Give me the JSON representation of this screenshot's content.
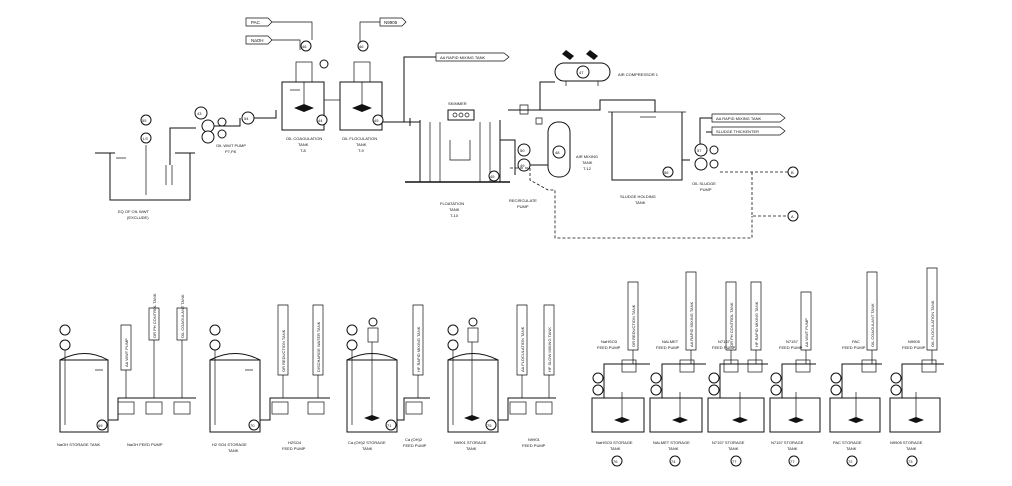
{
  "top": {
    "chem_tags": [
      "PAC",
      "NaOH",
      "N9905"
    ],
    "oil_wwt_pump": {
      "label": "OIL WWT PUMP",
      "sub": "P7,P8"
    },
    "eq_tank": {
      "label": "EQ OF  OIL WWT",
      "sub": "(EXCLUDE)",
      "tag": "55"
    },
    "coag_tank": {
      "label": "OIL COAGULATION",
      "label2": "TANK",
      "sub": "T-8",
      "tag": "44"
    },
    "floc_tank": {
      "label": "OIL FLOCULATION",
      "label2": "TANK",
      "sub": "T-9",
      "tag": "45"
    },
    "flotation_tank": {
      "label": "FLOATATION",
      "label2": "TANK",
      "sub": "T-10",
      "tag": "45"
    },
    "skimmer": "SKIMMER",
    "recirculate_pump": {
      "label": "RECIRCULATE",
      "label2": "PUMP"
    },
    "air_mixing_tank": {
      "label": "AIR MIXING",
      "label2": "TANK",
      "sub": "T-12",
      "tag": "48"
    },
    "air_compressor": {
      "label": "AIR COMPRESSOR 1",
      "tag": "47"
    },
    "sludge_holding": {
      "label": "SLUDGE HOLDING",
      "label2": "TANK",
      "tag": "56"
    },
    "oil_sludge_pump": {
      "label": "OIL SLUDGE",
      "label2": "PUMP",
      "tag": "57"
    },
    "arrows": [
      "AA RAPID MIXING TANK",
      "AA RAPID MIXING TANK",
      "SLUDGE THICKENTER"
    ],
    "offpage": [
      "B",
      "A"
    ],
    "misc_tags": [
      "46",
      "46",
      "43",
      "54",
      "49",
      "50"
    ]
  },
  "bottom": {
    "storages": [
      {
        "tag_name": "NaOH STORAGE TANK",
        "num": "69",
        "pump": "NaOH FEED PUMP",
        "dests": [
          "AA WWT PUMP",
          "OR PH CONTROL TANK",
          "OIL COAGULANT TANK"
        ]
      },
      {
        "tag_name": "H2 SO4 STORAGE",
        "tag_name2": "TANK",
        "num": "70",
        "pump": "H2SO4",
        "pump2": "FEED PUMP",
        "dests": [
          "OR REDUCTION TANK",
          "DISCHARGE WATER TANK"
        ]
      },
      {
        "tag_name": "Ca (OH)2 STORAGE",
        "tag_name2": "TANK",
        "num": "71",
        "pump": "Ca (OH)2",
        "pump2": "FEED PUMP",
        "dests": [
          "HF RAPID MIXING TANK"
        ]
      },
      {
        "tag_name": "N9901 STORAGE",
        "tag_name2": "TANK",
        "num": "75",
        "pump": "N9901",
        "pump2": "FEED PUMP",
        "dests": [
          "AA FLOCULATION TANK",
          "HF SLOW MIXING TANK"
        ]
      }
    ],
    "small_tanks": [
      {
        "name": "NaHSO3 STORAGE",
        "name2": "TANK",
        "num": "76",
        "pump": "NaHSO3",
        "pump2": "FEED PUMP",
        "dest": "OR REDUCTION TANK"
      },
      {
        "name": "NALMET STORAGE",
        "name2": "TANK",
        "num": "74",
        "pump": "NALMET",
        "pump2": "FEED PUMP",
        "dest": "AA RAPID MIXING TANK"
      },
      {
        "name": "N7157 STORAGE",
        "name2": "TANK",
        "num": "77",
        "pump": "N7157",
        "pump2": "FEED PUMP",
        "dest": "OR PH CONTROL TANK",
        "dest2": "HF RAPID MIXING TANK"
      },
      {
        "name": "N7157 STORAGE",
        "name2": "TANK",
        "num": "77",
        "pump": "N7157",
        "pump2": "FEED PUMP",
        "dest": "AA WWT PUMP"
      },
      {
        "name": "PAC STORAGE",
        "name2": "TANK",
        "num": "72",
        "pump": "PAC",
        "pump2": "FEED PUMP",
        "dest": "OIL COAGULANT TANK"
      },
      {
        "name": "N9905 STORAGE",
        "name2": "TANK",
        "num": "73",
        "pump": "N9905",
        "pump2": "FEED PUMP",
        "dest": "OIL FLOCULATION TANK"
      }
    ]
  }
}
